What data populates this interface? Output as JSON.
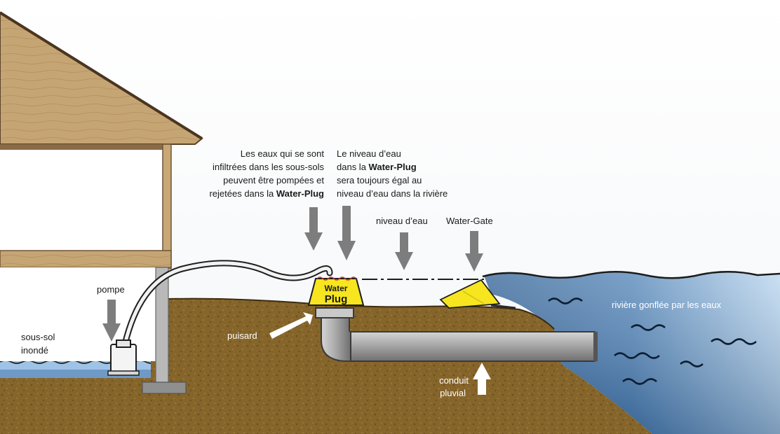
{
  "labels": {
    "infiltration": [
      "Les eaux qui se sont",
      "infiltrées dans les sous-sols",
      "peuvent être pompées et",
      "rejetées dans la ",
      "Water-Plug"
    ],
    "level_note": [
      "Le niveau d’eau",
      "dans la ",
      "Water-Plug",
      "sera toujours égal au",
      "niveau d’eau dans la rivière"
    ],
    "water_level": "niveau d’eau",
    "water_gate": "Water-Gate",
    "pump": "pompe",
    "basement": [
      "sous-sol",
      "inondé"
    ],
    "sump": "puisard",
    "storm_drain": [
      "conduit",
      "pluvial"
    ],
    "river": "rivière gonflée par les eaux",
    "plug_top": "Water",
    "plug_bottom": "Plug"
  },
  "colors": {
    "soil": "#8a6a2e",
    "soil_dark": "#5e4419",
    "wood": "#c9a877",
    "wood_edge": "#6e5536",
    "river": "#4d7fb4",
    "river_light": "#9ec3e6",
    "pipe": "#a6a6a6",
    "arrow": "#7d7d7d",
    "plug_yellow": "#f6e51f"
  }
}
